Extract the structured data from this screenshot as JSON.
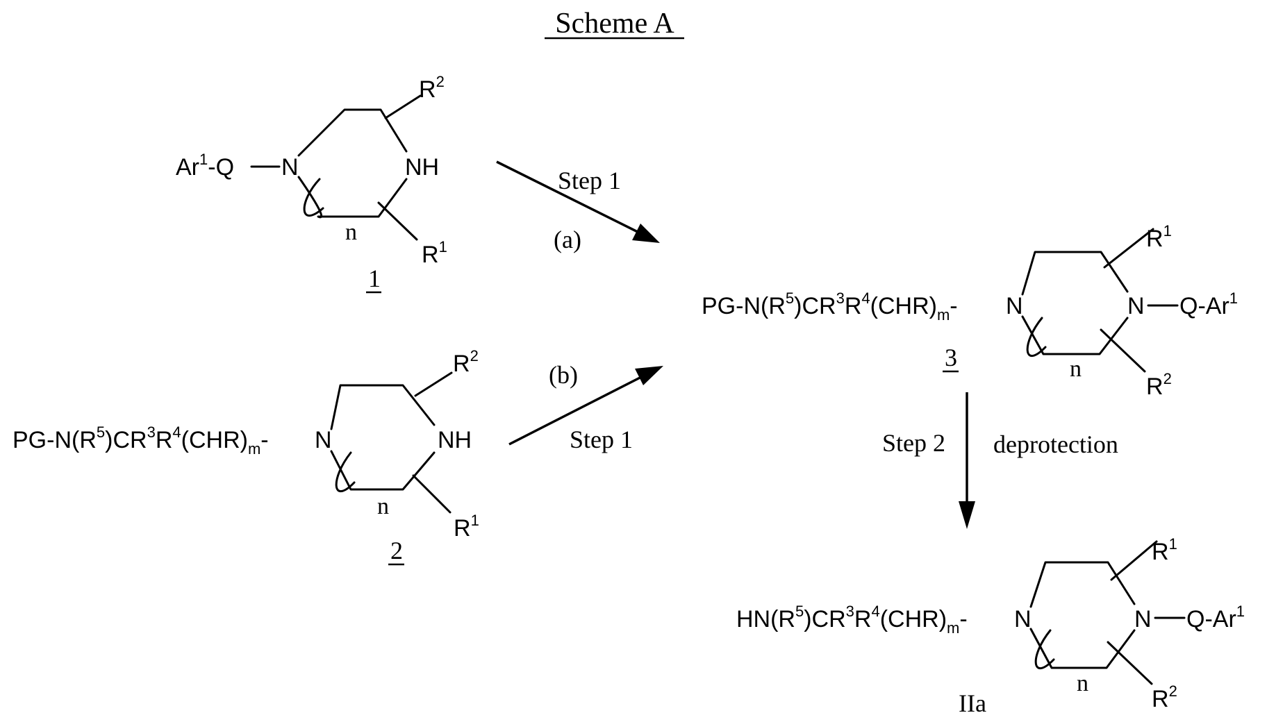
{
  "title": "Scheme A",
  "compounds": {
    "c1": {
      "number": "1",
      "ar": "Ar",
      "ar_sup": "1",
      "q": "-Q",
      "n_ring": "N",
      "nh": "NH",
      "n_sub": "n",
      "r2": "R",
      "r2_sup": "2",
      "r1": "R",
      "r1_sup": "1"
    },
    "c2": {
      "number": "2",
      "chain": [
        "PG-N(R",
        "5",
        ")CR",
        "3",
        "R",
        "4",
        "(CHR)",
        "m",
        "-"
      ],
      "n_ring": "N",
      "nh": "NH",
      "n_sub": "n",
      "r2": "R",
      "r2_sup": "2",
      "r1": "R",
      "r1_sup": "1"
    },
    "c3": {
      "number": "3",
      "chain": [
        "PG-N(R",
        "5",
        ")CR",
        "3",
        "R",
        "4",
        "(CHR)",
        "m",
        "-"
      ],
      "n_ring": "N",
      "n_right": "N",
      "q_ar": "Q-Ar",
      "q_ar_sup": "1",
      "n_sub": "n",
      "r1": "R",
      "r1_sup": "1",
      "r2": "R",
      "r2_sup": "2"
    },
    "c4": {
      "number": "IIa",
      "chain": [
        "HN(R",
        "5",
        ")CR",
        "3",
        "R",
        "4",
        "(CHR)",
        "m",
        "-"
      ],
      "n_ring": "N",
      "n_right": "N",
      "q_ar": "Q-Ar",
      "q_ar_sup": "1",
      "n_sub": "n",
      "r1": "R",
      "r1_sup": "1",
      "r2": "R",
      "r2_sup": "2"
    }
  },
  "arrows": {
    "a": {
      "step": "Step 1",
      "label": "(a)"
    },
    "b": {
      "step": "Step 1",
      "label": "(b)"
    },
    "c": {
      "step": "Step 2",
      "label": "deprotection"
    }
  }
}
